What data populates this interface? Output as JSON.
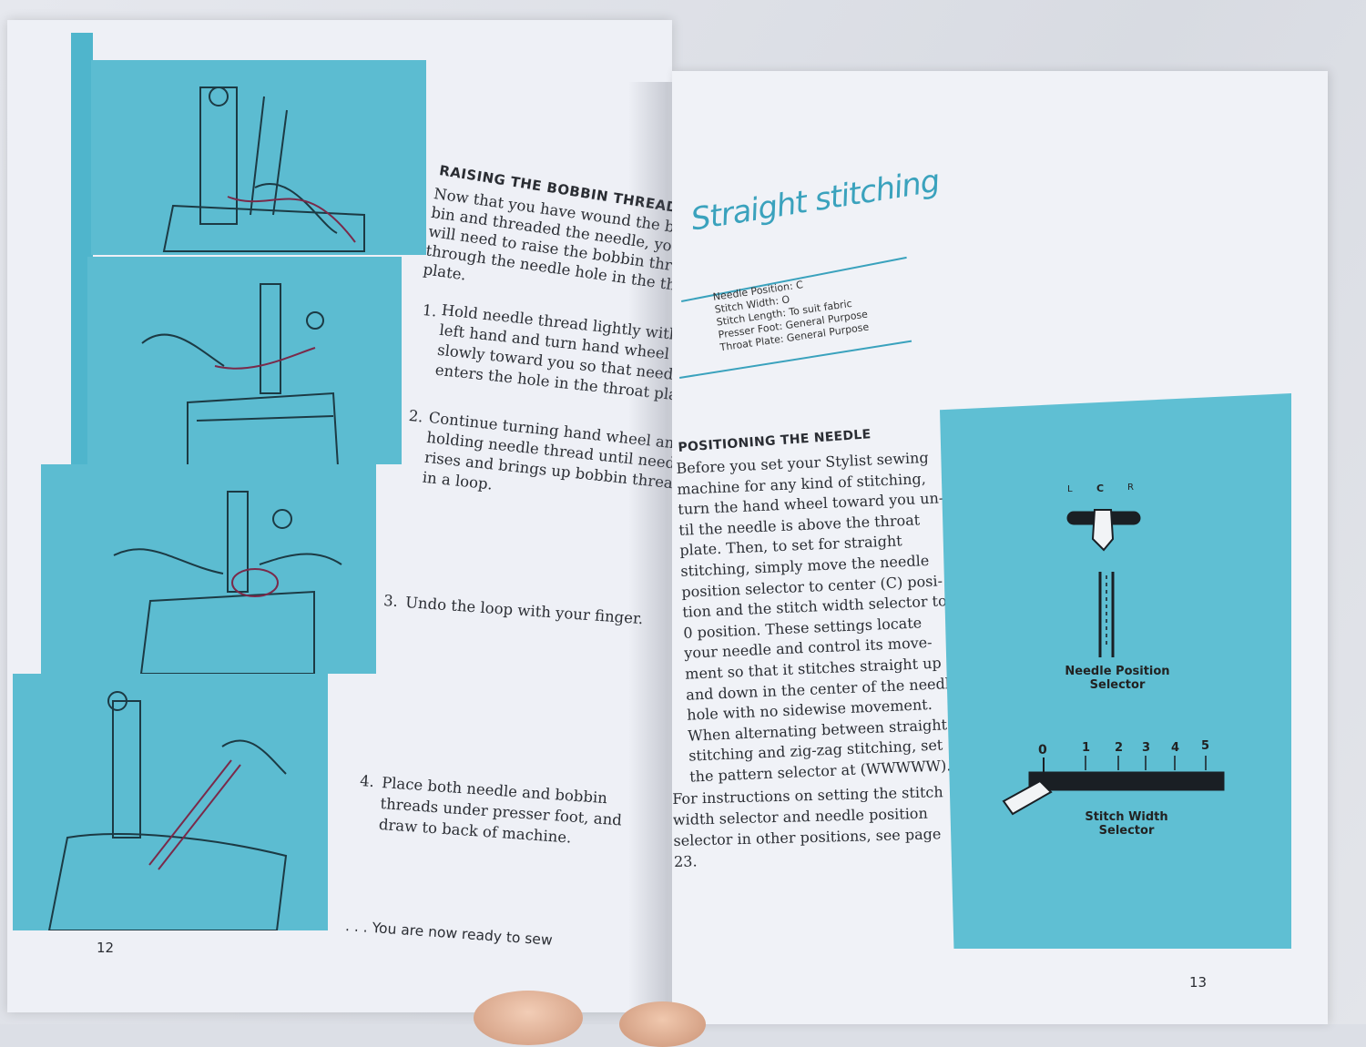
{
  "left_page": {
    "heading": "RAISING THE BOBBIN THREAD",
    "intro": "Now that you have wound the bob-\nbin and threaded the needle, you\nwill need to raise the bobbin thread\nthrough the needle hole in the throat\nplate.",
    "steps": [
      {
        "num": "1.",
        "text": "Hold needle thread lightly with\nleft hand and turn hand wheel\nslowly toward you so that needle\nenters the hole in the throat plate."
      },
      {
        "num": "2.",
        "text": "Continue turning hand wheel and\nholding needle thread until needle\nrises and brings up bobbin thread\nin a loop."
      },
      {
        "num": "3.",
        "text": "Undo the loop with your finger."
      },
      {
        "num": "4.",
        "text": "Place both needle and bobbin\nthreads under presser foot, and\ndraw to back of machine."
      }
    ],
    "closing": ". . . You are now ready to sew",
    "page_number": "12"
  },
  "right_page": {
    "title": "Straight stitching",
    "settings": [
      "Needle Position: C",
      "Stitch Width: O",
      "Stitch Length: To suit fabric",
      "Presser Foot: General Purpose",
      "Throat Plate: General Purpose"
    ],
    "section_heading": "POSITIONING THE NEEDLE",
    "paragraph": "Before you set your Stylist sewing\nmachine for any kind of stitching,\nturn the hand wheel toward you un-\ntil the needle is above the throat\nplate. Then, to set for straight\nstitching, simply move the needle\nposition selector to center (C) posi-\ntion and the stitch width selector to\n0 position. These settings locate\nyour needle and control its move-\nment so that it stitches straight up\nand down in the center of the needle\nhole with no sidewise movement.\nWhen alternating between straight\nstitching and zig-zag stitching, set\nthe pattern selector at (WWWWW).",
    "note": "For instructions on setting the stitch\nwidth selector and needle position\nselector in other positions, see page\n23.",
    "diagram": {
      "needle_labels": [
        "L",
        "C",
        "R"
      ],
      "needle_caption_1": "Needle Position",
      "needle_caption_2": "Selector",
      "width_ticks": [
        "0",
        "1",
        "2",
        "3",
        "4",
        "5"
      ],
      "width_caption_1": "Stitch Width",
      "width_caption_2": "Selector"
    },
    "page_number": "13"
  },
  "colors": {
    "accent": "#3aa2bd",
    "illustration_bg": "#5cbcd1",
    "page": "#eef0f6"
  }
}
